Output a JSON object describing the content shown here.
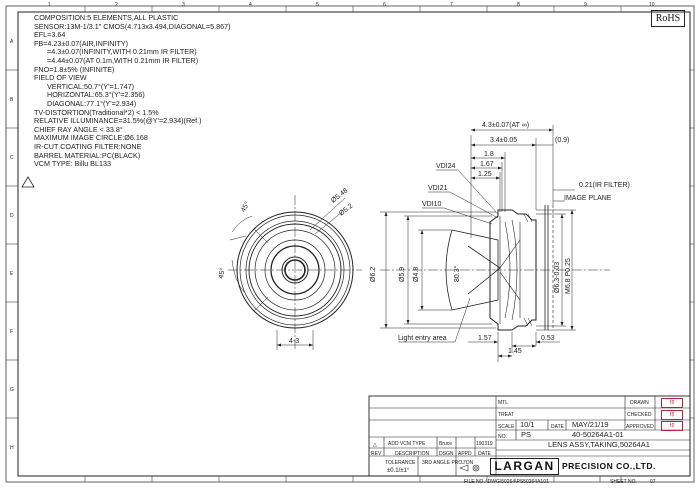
{
  "spec_lines": [
    "COMPOSITION:5 ELEMENTS,ALL PLASTIC",
    "SENSOR:13M-1/3.1\" CMOS(4.713x3.494,DIAGONAL=5.867)",
    "EFL=3.64",
    "FB=4.23±0.07(AIR,INFINITY)",
    "=4.3±0.07(INFINITY,WITH 0.21mm IR FILTER)",
    "=4.44±0.07(AT 0.1m,WITH 0.21mm IR FILTER)",
    "FNO=1.8±5% (INFINITE)",
    "FIELD OF VIEW",
    "VERTICAL:50.7°(Y'=1.747)",
    "HORIZONTAL:65.3°(Y'=2.356)",
    "DIAGONAL:77.1°(Y'=2.934)",
    "TV-DISTORTION(Traditional*2) < 1.5%",
    "RELATIVE ILLUMINANCE=31.5%(@Y'=2.934)(Ref.)",
    "CHIEF RAY ANGLE < 33.8°",
    "MAXIMUM IMAGE CIRCLE:Ø6.168",
    "IR-CUT COATING FILTER:NONE",
    "BARREL MATERIAL:PC(BLACK)",
    "VCM TYPE: Billu BL133"
  ],
  "rohs": "RoHS",
  "border": {
    "cols": [
      "1",
      "2",
      "3",
      "4",
      "5",
      "6",
      "7",
      "8",
      "9",
      "10"
    ],
    "rows": [
      "A",
      "B",
      "C",
      "D",
      "E",
      "F",
      "G",
      "H"
    ]
  },
  "front_view": {
    "dims": [
      "Ø5.48",
      "Ø5.2",
      "45°",
      "45°",
      "4-3"
    ]
  },
  "side_view": {
    "dims_top": [
      "4.3±0.07(AT ∞)",
      "3.4±0.05",
      "(0.9)",
      "1.8",
      "1.67",
      "1.25"
    ],
    "callouts": [
      "VDI24",
      "VDI21",
      "VDI10",
      "0.21(IR FILTER)",
      "IMAGE PLANE",
      "Light entry area"
    ],
    "dims_vertical": [
      "Ø6.2",
      "Ø5.9",
      "Ø4.8",
      "80.3°",
      "Ø6.3-0.03",
      "M6.8 P0.25"
    ],
    "dims_bottom": [
      "1.57",
      "0.53",
      "1.45"
    ]
  },
  "title_block": {
    "mtl_label": "MTL",
    "treat_label": "TREAT",
    "scale_label": "SCALE",
    "scale": "10/1",
    "date_label": "DATE",
    "date": "MAY/21/19",
    "no_label": "NO.",
    "no": "PS",
    "part_no": "40-50264A1-01",
    "name": "LENS ASSY,TAKING,50264A1",
    "drawn_label": "DRAWN",
    "checked_label": "CHECKED",
    "approved_label": "APPROVED",
    "rev_label": "REV",
    "desc_label": "DESCRIPTION",
    "dsgn_label": "DSGN",
    "appd_label": "APPD",
    "date_col_label": "DATE",
    "rev_entry": "ADD VCM TYPE",
    "rev_dsgn": "Bruce",
    "rev_date": "190319",
    "tolerance_label": "TOLERANCE",
    "tolerance": "±0.1/±1°",
    "projection": "3RD ANGLE PROJ'ON",
    "logo": "LARGAN",
    "company": "PRECISION CO.,LTD.",
    "file_no": "FILE NO.:\\DWG\\50264\\PS50264A101",
    "sheet_label": "SHEET NO.",
    "sheet": "07"
  }
}
